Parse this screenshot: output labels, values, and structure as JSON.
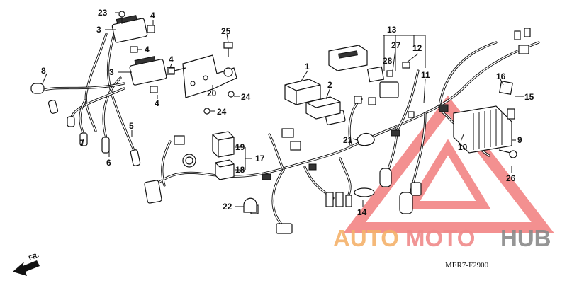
{
  "diagram": {
    "callouts": [
      {
        "id": "c23",
        "label": "23"
      },
      {
        "id": "c4a",
        "label": "4"
      },
      {
        "id": "c3a",
        "label": "3"
      },
      {
        "id": "c4b",
        "label": "4"
      },
      {
        "id": "c25",
        "label": "25"
      },
      {
        "id": "c4c",
        "label": "4"
      },
      {
        "id": "c3b",
        "label": "3"
      },
      {
        "id": "c20",
        "label": "20"
      },
      {
        "id": "c24a",
        "label": "24"
      },
      {
        "id": "c24b",
        "label": "24"
      },
      {
        "id": "c4d",
        "label": "4"
      },
      {
        "id": "c8",
        "label": "8"
      },
      {
        "id": "c7",
        "label": "7"
      },
      {
        "id": "c6",
        "label": "6"
      },
      {
        "id": "c5",
        "label": "5"
      },
      {
        "id": "c1",
        "label": "1"
      },
      {
        "id": "c2",
        "label": "2"
      },
      {
        "id": "c13",
        "label": "13"
      },
      {
        "id": "c27",
        "label": "27"
      },
      {
        "id": "c28",
        "label": "28"
      },
      {
        "id": "c12",
        "label": "12"
      },
      {
        "id": "c11",
        "label": "11"
      },
      {
        "id": "c16",
        "label": "16"
      },
      {
        "id": "c15",
        "label": "15"
      },
      {
        "id": "c9",
        "label": "9"
      },
      {
        "id": "c10",
        "label": "10"
      },
      {
        "id": "c26",
        "label": "26"
      },
      {
        "id": "c19",
        "label": "19"
      },
      {
        "id": "c17",
        "label": "17"
      },
      {
        "id": "c18",
        "label": "18"
      },
      {
        "id": "c21",
        "label": "21"
      },
      {
        "id": "c22",
        "label": "22"
      },
      {
        "id": "c14",
        "label": "14"
      }
    ],
    "diagram_code": "MER7-F2900",
    "direction_label": "FR.",
    "watermark": {
      "part1": "AUTO",
      "part2": "MOTO",
      "part3": "HUB",
      "color1": "#f5b26b",
      "color2": "#f08a8a",
      "color3": "#8a8a8a"
    }
  }
}
